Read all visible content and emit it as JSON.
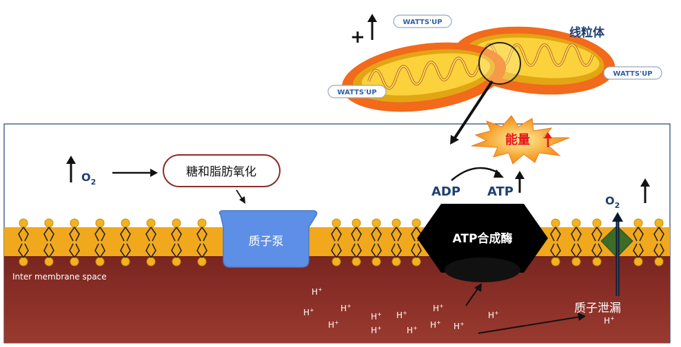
{
  "labels": {
    "mitochondria": "线粒体",
    "watts_up": "WATTS'UP",
    "plus": "+",
    "energy": "能量",
    "o2_left": "O",
    "o2_left_sub": "2",
    "o2_right": "O",
    "o2_right_sub": "2",
    "oxidation": "糖和脂肪氧化",
    "proton_pump": "质子泵",
    "adp": "ADP",
    "atp": "ATP",
    "atp_synthase": "ATP合成酶",
    "inter_membrane": "Inter membrane space",
    "proton_leak": "质子泄漏",
    "h_plus": "H",
    "h_plus_sup": "+"
  },
  "colors": {
    "frame": "#1f3f73",
    "membrane": "#f2a81c",
    "lipid_head": "#f2b31e",
    "matrix": "#8e2f29",
    "pump": "#5e8fe6",
    "synthase": "#000000",
    "leak_channel": "#3d6b28",
    "energy_burst": "#f5921e",
    "energy_text": "#e8141b",
    "mito_outer": "#f26a1b",
    "mito_inner": "#fbd13c",
    "text_dark": "#1f3f73"
  }
}
